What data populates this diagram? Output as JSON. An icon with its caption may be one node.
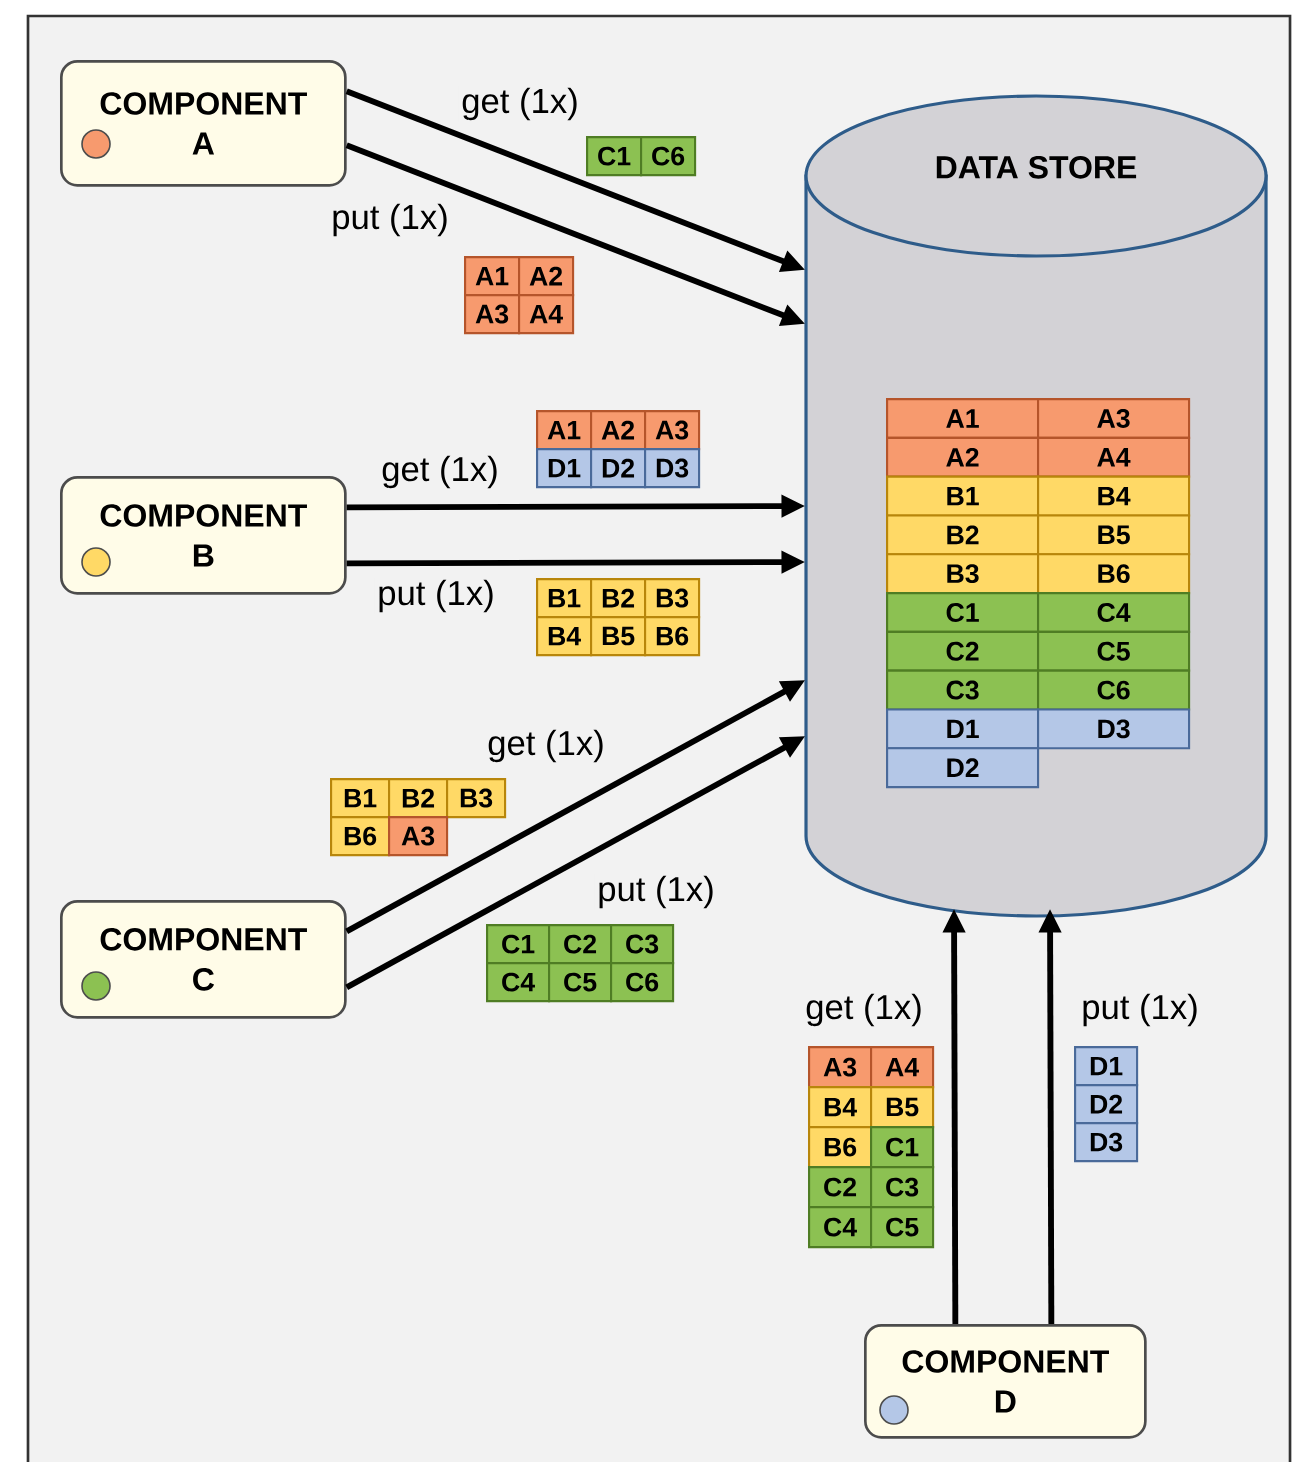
{
  "diagram": {
    "nodes": [
      {
        "text": [
          "COMPONENT",
          "A"
        ]
      },
      {
        "text": [
          "DATA STORE"
        ]
      },
      {
        "text": [
          "COMPONENT",
          "B"
        ]
      },
      {
        "text": [
          "COMPONENT",
          "C"
        ]
      },
      {
        "text": [
          "COMPONENT",
          "D"
        ]
      }
    ],
    "edges": [
      {
        "from": 0,
        "to": 1,
        "arrow": "to",
        "label": "get (1x)"
      },
      {
        "from": 0,
        "to": 1,
        "arrow": "to",
        "label": "put (1x)"
      },
      {
        "from": 2,
        "to": 1,
        "arrow": "to",
        "label": "get (1x)"
      },
      {
        "from": 2,
        "to": 1,
        "arrow": "to",
        "label": "put (1x)"
      },
      {
        "from": 3,
        "to": 1,
        "arrow": "to",
        "label": "get (1x)"
      },
      {
        "from": 3,
        "to": 1,
        "arrow": "to",
        "label": "put (1x)"
      },
      {
        "from": 4,
        "to": 1,
        "arrow": "to",
        "label": "get (1x)"
      },
      {
        "from": 4,
        "to": 1,
        "arrow": "to",
        "label": "put (1x)"
      }
    ],
    "labels": [
      "C1",
      "C6",
      "A1",
      "A2",
      "A3",
      "A4",
      "A1",
      "A3",
      "A2",
      "A4",
      "B1",
      "B4",
      "B2",
      "B5",
      "B3",
      "B6",
      "C1",
      "C4",
      "C2",
      "C5",
      "C3",
      "C6",
      "D1",
      "D3",
      "D2",
      "A1",
      "A2",
      "A3",
      "D1",
      "D2",
      "D3",
      "B1",
      "B2",
      "B3",
      "B4",
      "B5",
      "B6",
      "B1",
      "B2",
      "B3",
      "B6",
      "A3",
      "C1",
      "C2",
      "C3",
      "C4",
      "C5",
      "C6",
      "A3",
      "A4",
      "B4",
      "B5",
      "B6",
      "C1",
      "C2",
      "C3",
      "C4",
      "C5",
      "D1",
      "D2",
      "D3"
    ]
  }
}
